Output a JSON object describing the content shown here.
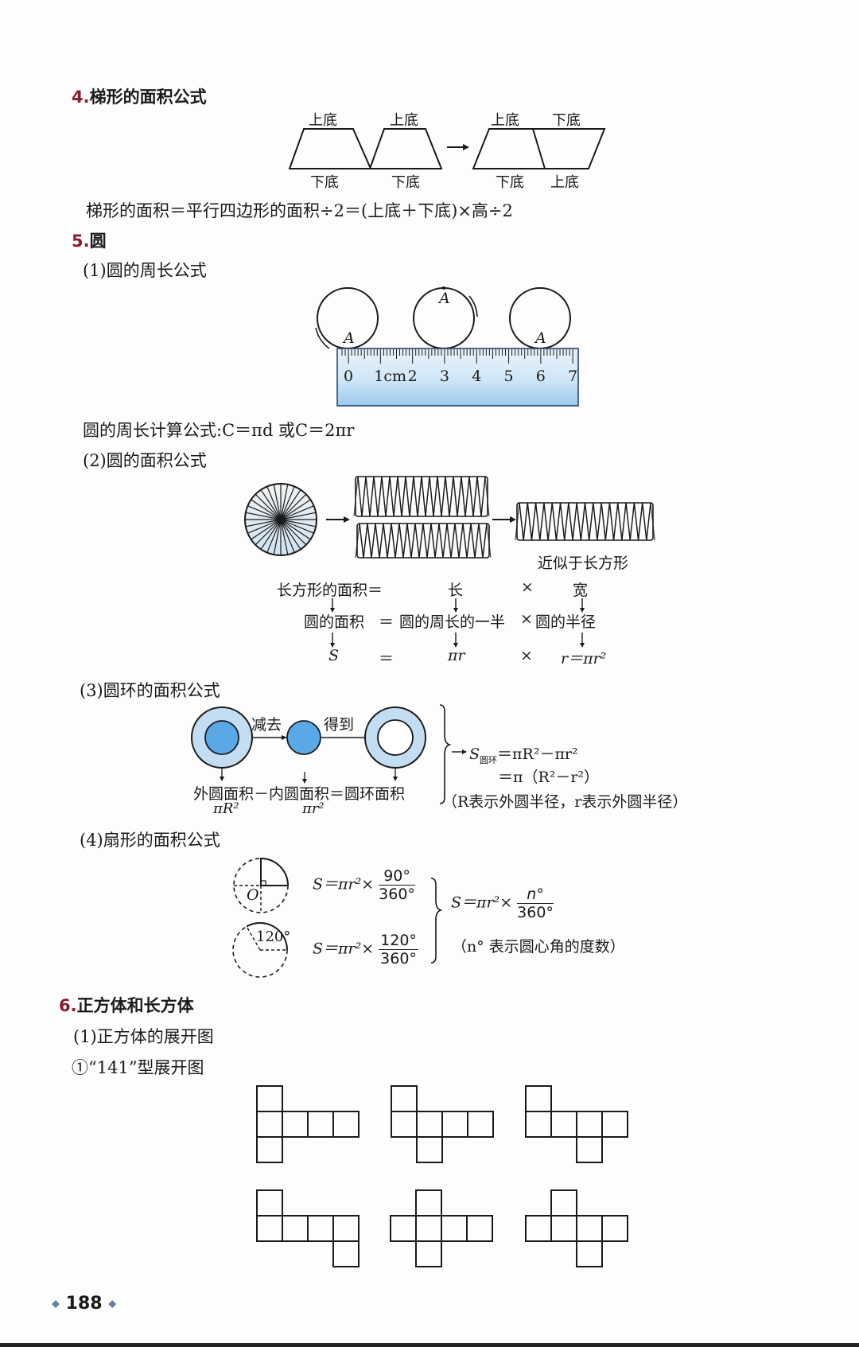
{
  "section4": {
    "number": "4.",
    "title": "梯形的面积公式",
    "labels": {
      "top1": "上底",
      "bottom1": "下底",
      "top2": "上底",
      "bottom2": "下底",
      "top3a": "上底",
      "top3b": "下底",
      "bottom3a": "下底",
      "bottom3b": "上底",
      "arrow": "→"
    },
    "formula": "梯形的面积＝平行四边形的面积÷2＝(上底＋下底)×高÷2"
  },
  "section5": {
    "number": "5.",
    "title": "圆",
    "sub1": {
      "title": "(1)圆的周长公式",
      "point_label": "A",
      "ruler_ticks": [
        "0",
        "1cm",
        "2",
        "3",
        "4",
        "5",
        "6",
        "7"
      ],
      "formula": "圆的周长计算公式:C＝πd 或C＝2πr"
    },
    "sub2": {
      "title": "(2)圆的面积公式",
      "approx_label": "近似于长方形",
      "row1": [
        "长方形的面积＝",
        "长",
        "×",
        "宽"
      ],
      "row2": [
        "圆的面积",
        "＝",
        "圆的周长的一半",
        "×",
        "圆的半径"
      ],
      "row3": [
        "S",
        "＝",
        "πr",
        "×",
        "r＝πr²"
      ]
    },
    "sub3": {
      "title": "(3)圆环的面积公式",
      "subtract_label": "减去",
      "obtain_label": "得到",
      "equation": "外圆面积－内圆面积＝圆环面积",
      "outer_area": "πR²",
      "inner_area": "πr²",
      "result_line1": "S圆环＝πR²－πr²",
      "result_s": "S",
      "result_sub": "圆环",
      "result_rest": "＝πR²－πr²",
      "result_line2": "＝π（R²－r²）",
      "note": "（R表示外圆半径，r表示外圆半径）",
      "fill_outer": "#bcdcf2",
      "fill_inner": "#5aa8e6"
    },
    "sub4": {
      "title": "(4)扇形的面积公式",
      "center_label": "O",
      "angle_label": "120°",
      "formula1_prefix": "S＝πr²×",
      "formula1_num": "90°",
      "formula1_den": "360°",
      "formula2_prefix": "S＝πr²×",
      "formula2_num": "120°",
      "formula2_den": "360°",
      "general_prefix": "S＝πr²×",
      "general_num": "n°",
      "general_den": "360°",
      "note": "（n° 表示圆心角的度数）"
    }
  },
  "section6": {
    "number": "6.",
    "title": "正方体和长方体",
    "sub1": "(1)正方体的展开图",
    "type1": "①“141”型展开图"
  },
  "page_number": "188",
  "colors": {
    "heading_number": "#8b1e2b",
    "ruler_blue": "#a9d2f0",
    "ornament": "#6b7fa6"
  }
}
